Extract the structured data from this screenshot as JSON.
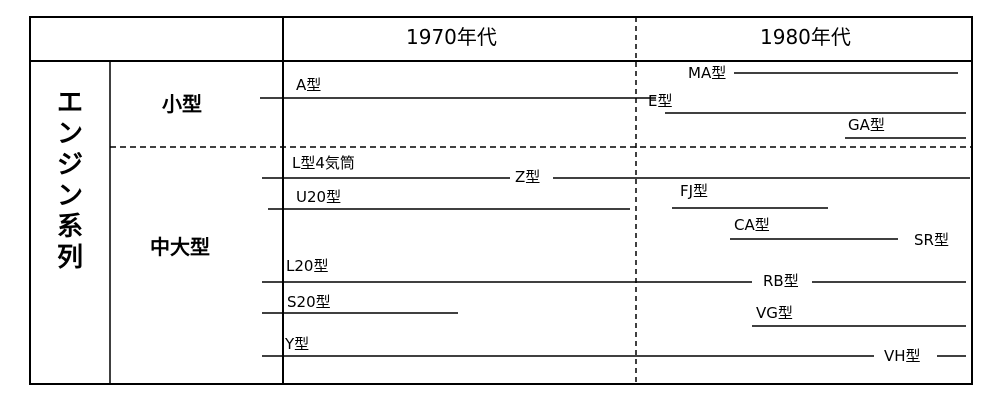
{
  "headers": {
    "col1": "1970年代",
    "col2": "1980年代"
  },
  "side_label": [
    "エ",
    "ン",
    "ジ",
    "ン",
    "系",
    "列"
  ],
  "categories": {
    "small": "小型",
    "medium_large": "中大型"
  },
  "engines": {
    "a": "A型",
    "ma": "MA型",
    "e": "E型",
    "ga": "GA型",
    "l4": "L型4気筒",
    "z": "Z型",
    "u20": "U20型",
    "fj": "FJ型",
    "ca": "CA型",
    "sr": "SR型",
    "l20": "L20型",
    "rb": "RB型",
    "s20": "S20型",
    "vg": "VG型",
    "y": "Y型",
    "vh": "VH型"
  }
}
